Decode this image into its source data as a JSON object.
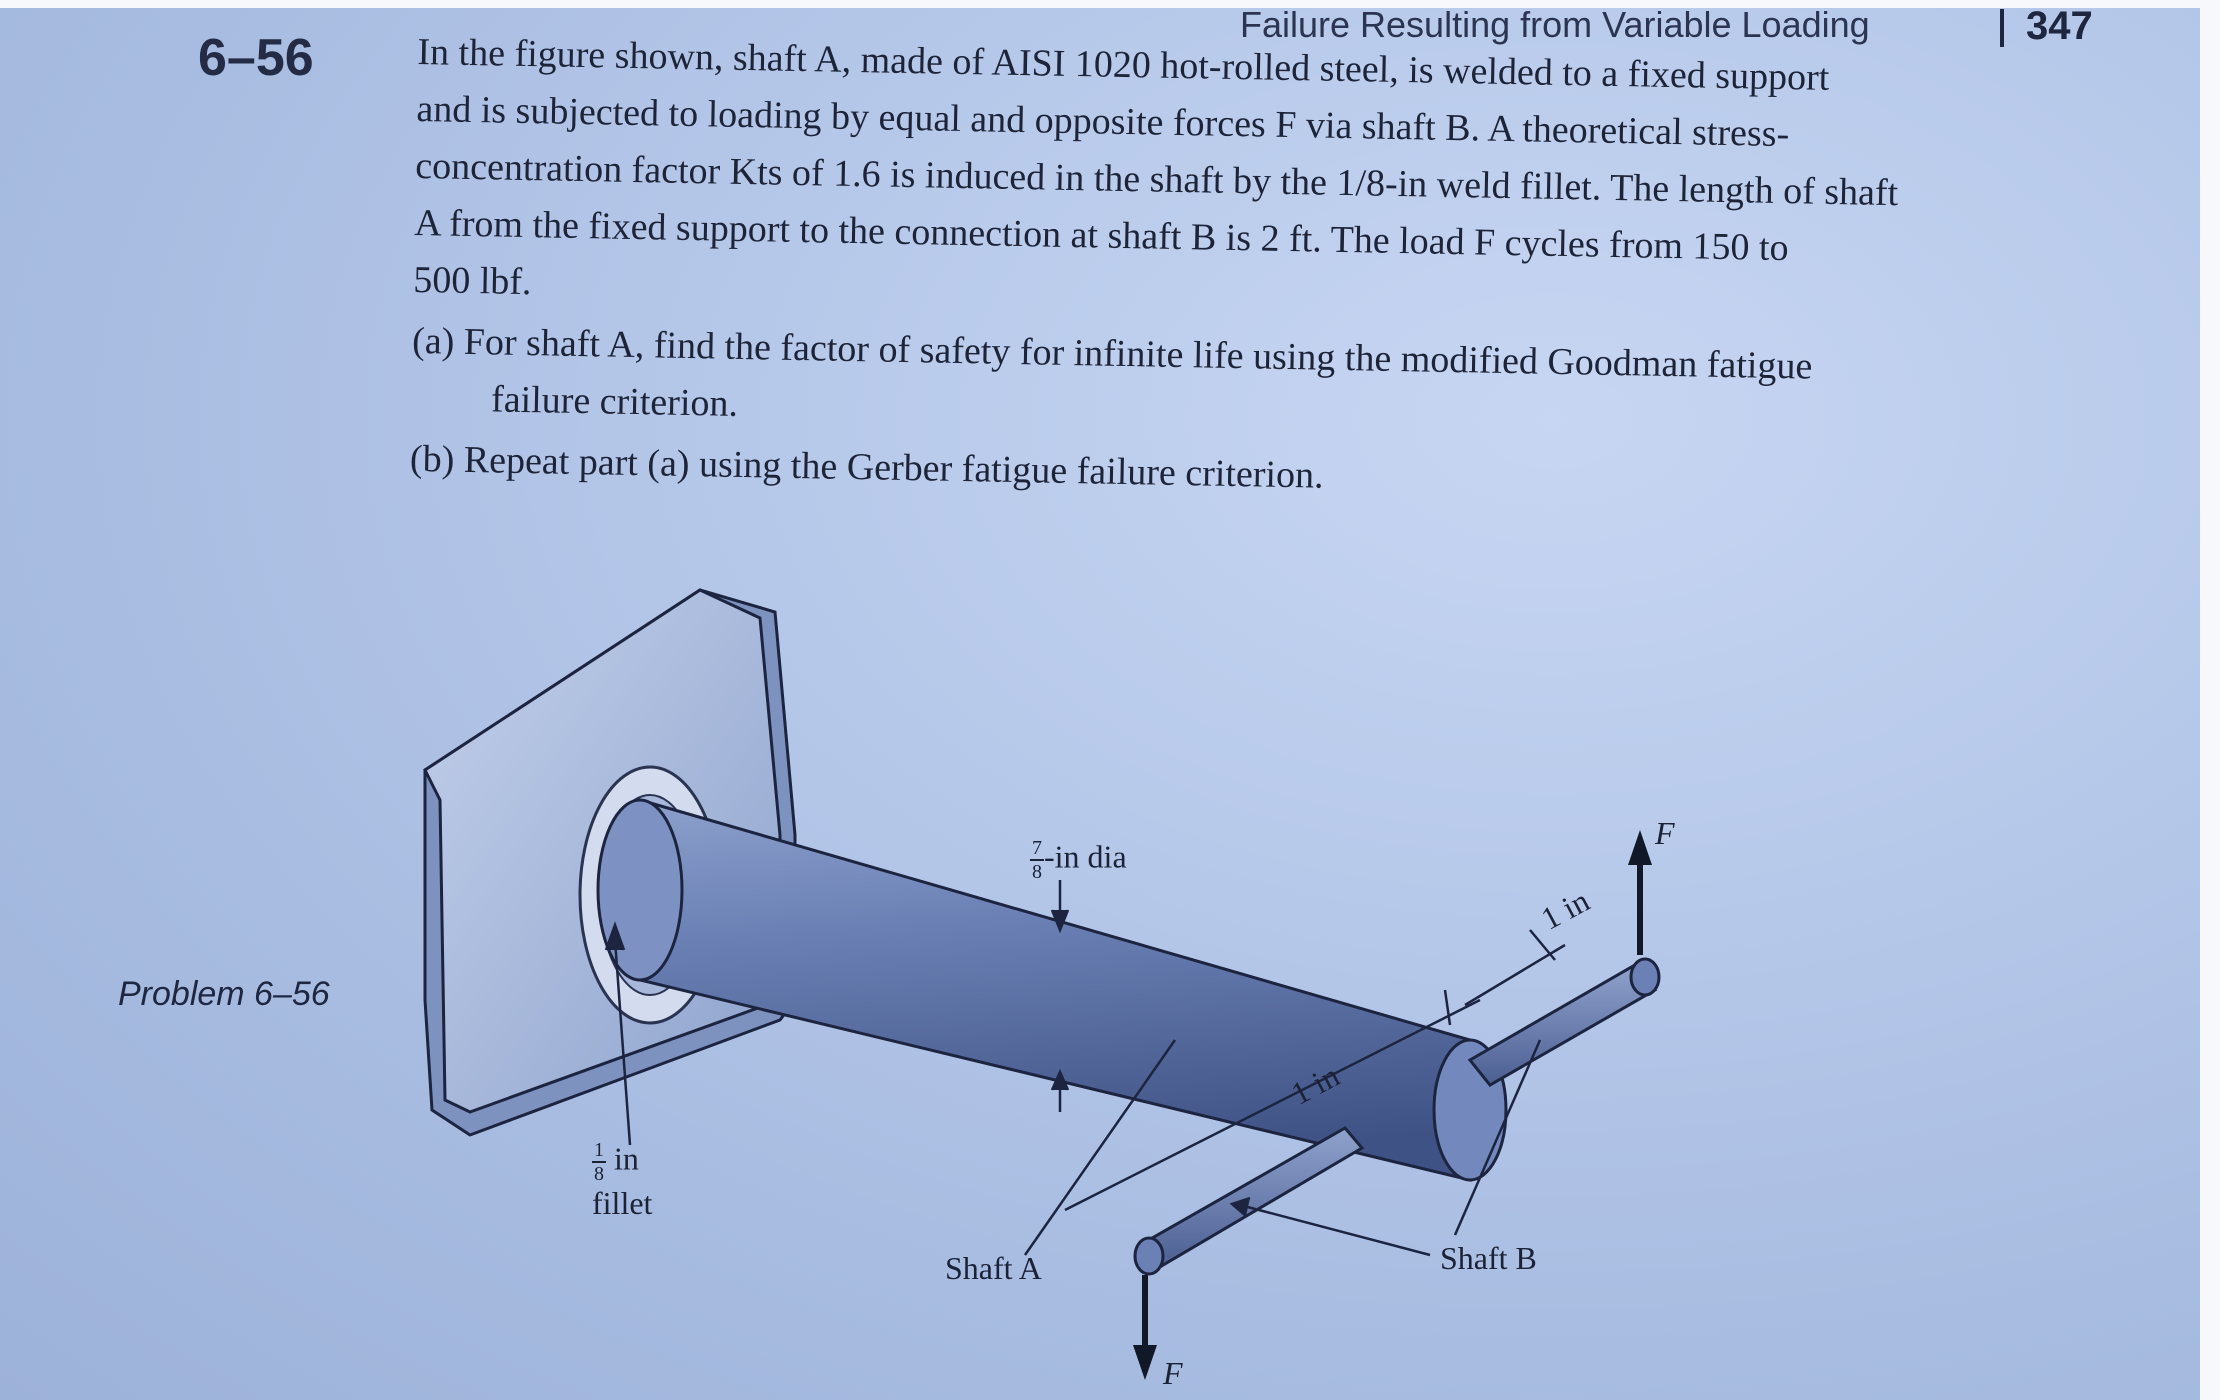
{
  "header": {
    "running_title": "Failure Resulting from Variable Loading",
    "page_number": "347"
  },
  "problem": {
    "number": "6–56",
    "lines": [
      "In the figure shown, shaft A, made of AISI 1020 hot-rolled steel, is welded to a fixed support",
      "and is subjected to loading by equal and opposite forces F via shaft B. A theoretical stress-",
      "concentration factor Kts of 1.6 is induced in the shaft by the 1/8-in weld fillet. The length of shaft",
      "A from the fixed support to the connection at shaft B is 2 ft. The load F cycles from 150 to",
      "500 lbf."
    ],
    "part_a_marker": "(a)",
    "part_a_line1": "For shaft A, find the factor of safety for infinite life using the modified Goodman fatigue",
    "part_a_line2": "failure criterion.",
    "part_b_marker": "(b)",
    "part_b_line": "Repeat part (a) using the Gerber fatigue failure criterion."
  },
  "figure": {
    "problem_label": "Problem 6–56",
    "shaft_dia_num": "7",
    "shaft_dia_den": "8",
    "shaft_dia_unit": "-in dia",
    "fillet_num": "1",
    "fillet_den": "8",
    "fillet_unit": "in",
    "fillet_word": "fillet",
    "shaft_a_label": "Shaft A",
    "shaft_b_label": "Shaft B",
    "force_top_label": "F",
    "force_bottom_label": "F",
    "dim_1in_upper": "1 in",
    "dim_1in_lower": "1 in"
  },
  "colors": {
    "text": "#1d2438",
    "page": "#b7c9ea",
    "shaft": "#6d84b8",
    "support": "#9fb1d6"
  }
}
